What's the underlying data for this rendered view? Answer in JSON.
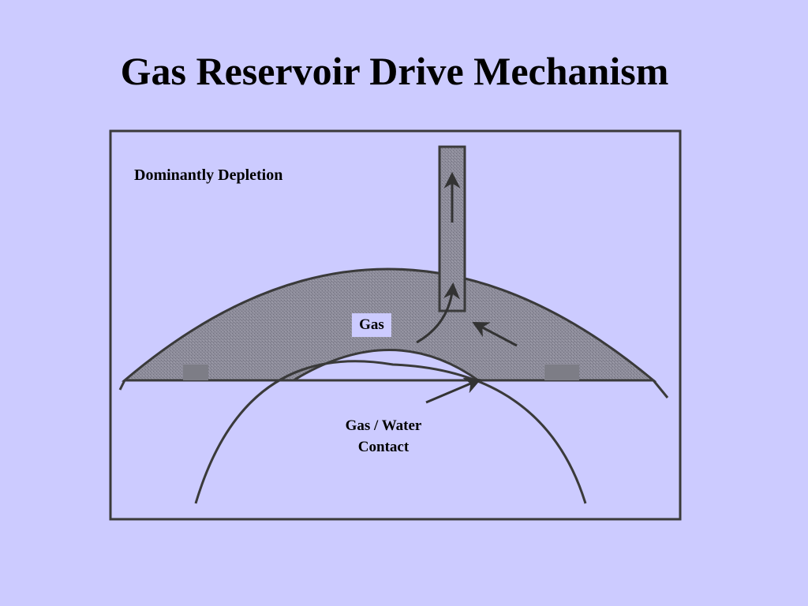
{
  "title": "Gas Reservoir Drive Mechanism",
  "diagram": {
    "subtitle": "Dominantly Depletion",
    "gas_label": "Gas",
    "contact_label_line1": "Gas / Water",
    "contact_label_line2": "Contact"
  },
  "colors": {
    "background": "#cccbff",
    "gas_fill": "#8f8e9c",
    "line": "#3a3a3a"
  }
}
